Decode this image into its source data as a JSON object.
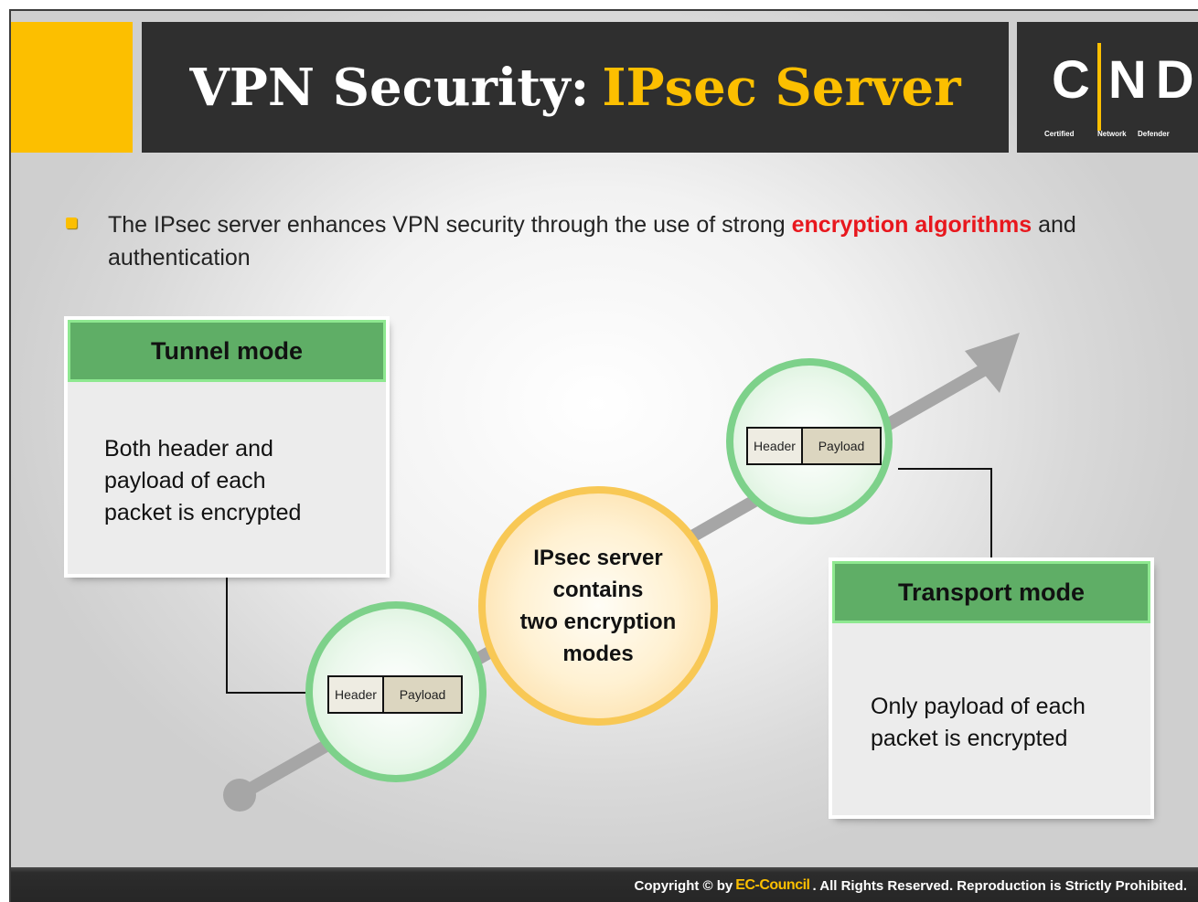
{
  "header": {
    "title_main": "VPN Security:",
    "title_accent": "IPsec Server",
    "accent_color": "#fcbf00",
    "bar_color": "#2f2f2f"
  },
  "logo": {
    "letters": [
      "C",
      "N",
      "D"
    ],
    "sub_labels": [
      "Certified",
      "Network",
      "Defender"
    ]
  },
  "intro": {
    "text_before": "The IPsec server enhances VPN security through the use of strong",
    "highlight": "encryption algorithms",
    "text_after": "and authentication",
    "highlight_color": "#e8171d"
  },
  "diagram": {
    "center_label": "IPsec server contains two encryption modes",
    "center_lines": [
      "IPsec server",
      "contains",
      "two encryption",
      "modes"
    ],
    "tunnel_mode": {
      "title": "Tunnel mode",
      "lines": [
        "Both header and",
        "payload of each",
        "packet is encrypted"
      ],
      "packet": {
        "header": "Header",
        "payload": "Payload"
      }
    },
    "transport_mode": {
      "title": "Transport mode",
      "lines": [
        "Only payload of each",
        "packet is encrypted"
      ],
      "packet": {
        "header": "Header",
        "payload": "Payload"
      }
    },
    "colors": {
      "green_head": "#5fae66",
      "green_ring": "#7dd18a",
      "orange_ring": "#f8c855",
      "arrow": "#a6a6a6"
    }
  },
  "footer": {
    "prefix": "Copyright © by",
    "brand": "EC-Council",
    "suffix": ". All Rights Reserved. Reproduction is Strictly Prohibited."
  }
}
